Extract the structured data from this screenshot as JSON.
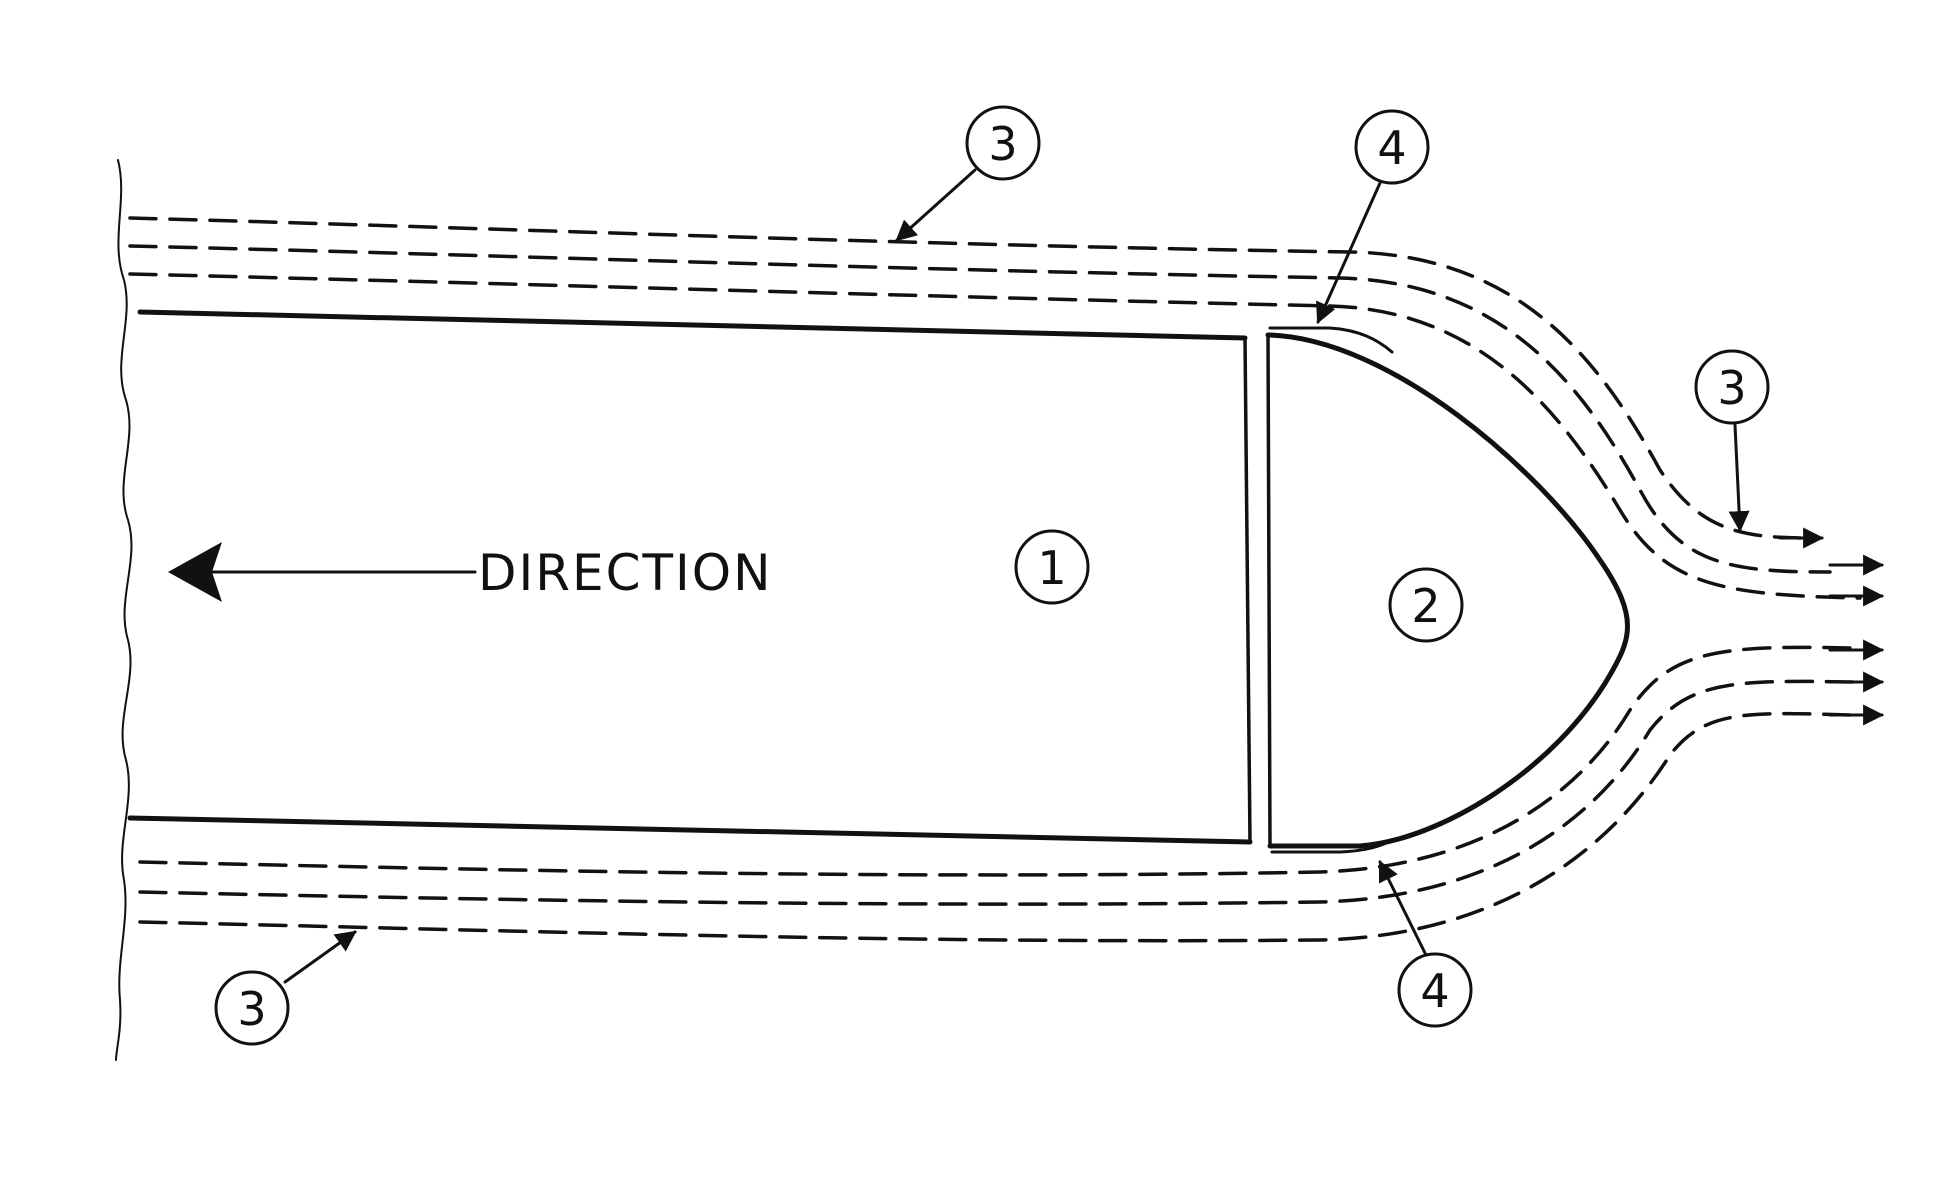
{
  "direction_label": "DIRECTION",
  "callouts": {
    "body": "1",
    "nose": "2",
    "flow_top": "3",
    "flow_bottom": "3",
    "flow_exit": "3",
    "seam_top": "4",
    "seam_bottom": "4"
  }
}
